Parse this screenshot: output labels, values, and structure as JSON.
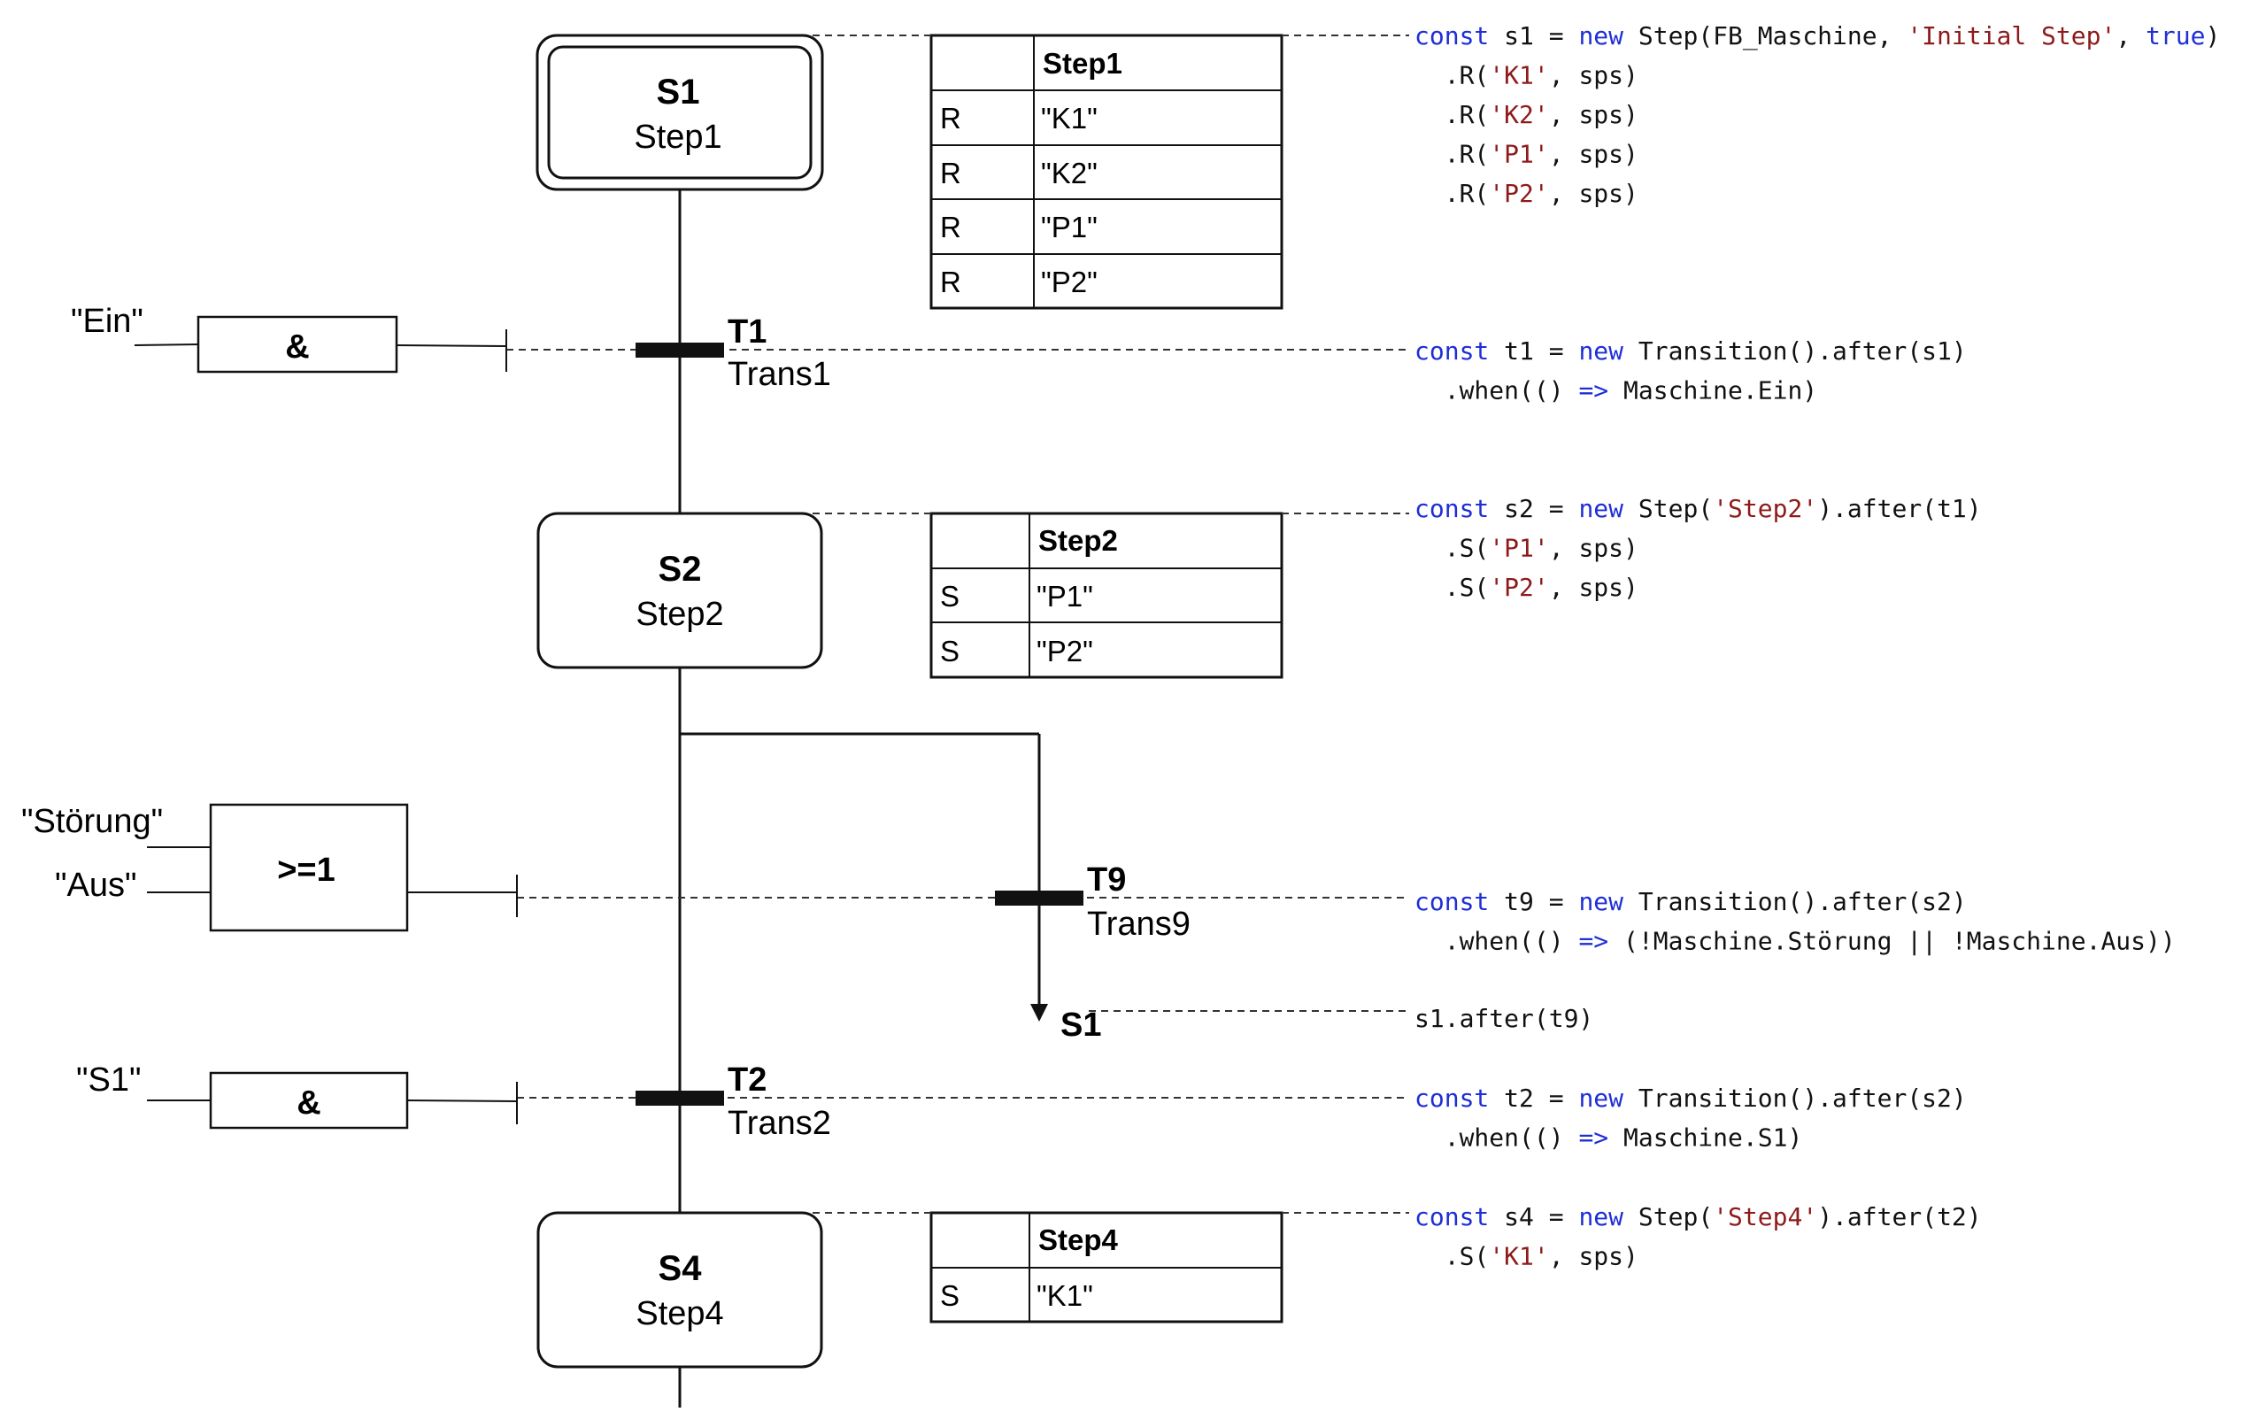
{
  "steps": {
    "s1": {
      "name": "S1",
      "label": "Step1"
    },
    "s2": {
      "name": "S2",
      "label": "Step2"
    },
    "s4": {
      "name": "S4",
      "label": "Step4"
    }
  },
  "transitions": {
    "t1": {
      "name": "T1",
      "label": "Trans1"
    },
    "t2": {
      "name": "T2",
      "label": "Trans2"
    },
    "t9": {
      "name": "T9",
      "label": "Trans9"
    }
  },
  "action_tables": {
    "step1": {
      "title": "Step1",
      "rows": [
        {
          "qualifier": "R",
          "action": "\"K1\""
        },
        {
          "qualifier": "R",
          "action": "\"K2\""
        },
        {
          "qualifier": "R",
          "action": "\"P1\""
        },
        {
          "qualifier": "R",
          "action": "\"P2\""
        }
      ]
    },
    "step2": {
      "title": "Step2",
      "rows": [
        {
          "qualifier": "S",
          "action": "\"P1\""
        },
        {
          "qualifier": "S",
          "action": "\"P2\""
        }
      ]
    },
    "step4": {
      "title": "Step4",
      "rows": [
        {
          "qualifier": "S",
          "action": "\"K1\""
        }
      ]
    }
  },
  "gates": {
    "t1": {
      "op": "&",
      "inputs": [
        "\"Ein\""
      ]
    },
    "t9": {
      "op": ">=1",
      "inputs": [
        "\"Störung\"",
        "\"Aus\""
      ]
    },
    "t2": {
      "op": "&",
      "inputs": [
        "\"S1\""
      ]
    }
  },
  "jump": {
    "target": "S1"
  },
  "code": {
    "s1": [
      [
        [
          "kw",
          "const"
        ],
        [
          "",
          " s1 = "
        ],
        [
          "kw",
          "new"
        ],
        [
          "",
          " Step(FB_Maschine, "
        ],
        [
          "str",
          "'Initial Step'"
        ],
        [
          "",
          ", "
        ],
        [
          "kw",
          "true"
        ],
        [
          "",
          ")"
        ]
      ],
      [
        [
          "",
          "  .R("
        ],
        [
          "str",
          "'K1'"
        ],
        [
          "",
          ", sps)"
        ]
      ],
      [
        [
          "",
          "  .R("
        ],
        [
          "str",
          "'K2'"
        ],
        [
          "",
          ", sps)"
        ]
      ],
      [
        [
          "",
          "  .R("
        ],
        [
          "str",
          "'P1'"
        ],
        [
          "",
          ", sps)"
        ]
      ],
      [
        [
          "",
          "  .R("
        ],
        [
          "str",
          "'P2'"
        ],
        [
          "",
          ", sps)"
        ]
      ]
    ],
    "t1": [
      [
        [
          "kw",
          "const"
        ],
        [
          "",
          " t1 = "
        ],
        [
          "kw",
          "new"
        ],
        [
          "",
          " Transition().after(s1)"
        ]
      ],
      [
        [
          "",
          "  .when(() "
        ],
        [
          "kw",
          "=>"
        ],
        [
          "",
          " Maschine.Ein)"
        ]
      ]
    ],
    "s2": [
      [
        [
          "kw",
          "const"
        ],
        [
          "",
          " s2 = "
        ],
        [
          "kw",
          "new"
        ],
        [
          "",
          " Step("
        ],
        [
          "str",
          "'Step2'"
        ],
        [
          "",
          ").after(t1)"
        ]
      ],
      [
        [
          "",
          "  .S("
        ],
        [
          "str",
          "'P1'"
        ],
        [
          "",
          ", sps)"
        ]
      ],
      [
        [
          "",
          "  .S("
        ],
        [
          "str",
          "'P2'"
        ],
        [
          "",
          ", sps)"
        ]
      ]
    ],
    "t9": [
      [
        [
          "kw",
          "const"
        ],
        [
          "",
          " t9 = "
        ],
        [
          "kw",
          "new"
        ],
        [
          "",
          " Transition().after(s2)"
        ]
      ],
      [
        [
          "",
          "  .when(() "
        ],
        [
          "kw",
          "=>"
        ],
        [
          "",
          " (!Maschine.Störung || !Maschine.Aus))"
        ]
      ]
    ],
    "jump": [
      [
        [
          "",
          "s1.after(t9)"
        ]
      ]
    ],
    "t2": [
      [
        [
          "kw",
          "const"
        ],
        [
          "",
          " t2 = "
        ],
        [
          "kw",
          "new"
        ],
        [
          "",
          " Transition().after(s2)"
        ]
      ],
      [
        [
          "",
          "  .when(() "
        ],
        [
          "kw",
          "=>"
        ],
        [
          "",
          " Maschine.S1)"
        ]
      ]
    ],
    "s4": [
      [
        [
          "kw",
          "const"
        ],
        [
          "",
          " s4 = "
        ],
        [
          "kw",
          "new"
        ],
        [
          "",
          " Step("
        ],
        [
          "str",
          "'Step4'"
        ],
        [
          "",
          ").after(t2)"
        ]
      ],
      [
        [
          "",
          "  .S("
        ],
        [
          "str",
          "'K1'"
        ],
        [
          "",
          ", sps)"
        ]
      ]
    ]
  },
  "colors": {
    "keyword": "#1f2fd6",
    "string": "#8e1a1a",
    "text": "#111111"
  }
}
